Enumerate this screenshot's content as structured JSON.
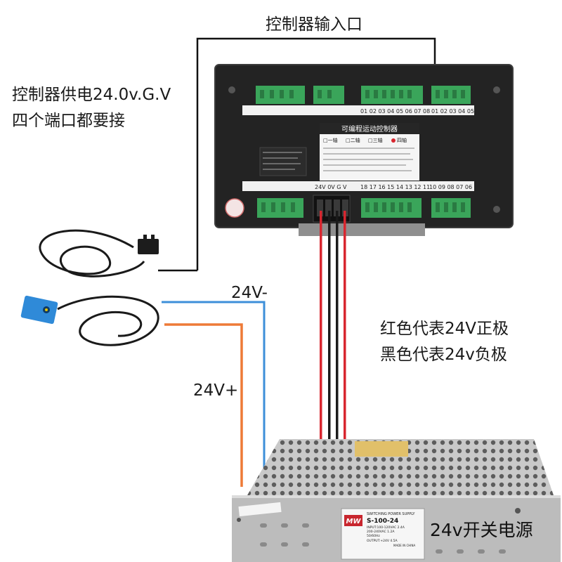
{
  "annotations": {
    "input_port": "控制器输入口",
    "supply_line1": "控制器供电24.0v.G.V",
    "supply_line2": "四个端口都要接",
    "neg_label": "24V-",
    "pos_label": "24V+",
    "red_note": "红色代表24V正极",
    "black_note": "黑色代表24v负极",
    "psu_label": "24v开关电源"
  },
  "controller": {
    "panel_title": "可编程运动控制器",
    "axis_options": [
      "□一轴",
      "□二轴",
      "□三轴",
      "四轴"
    ],
    "top_inputs": "01 02 03 04 05 06 07 08",
    "top_inputs_b": "01 02 03 04 05",
    "bottom_power": "24V 0V G V",
    "bottom_outputs": "18 17 16 15 14 13 12 11",
    "bottom_outputs_b": "10 09 08 07 06"
  },
  "power_supply": {
    "brand": "MW",
    "heading": "SWITCHING POWER SUPPLY",
    "model": "S-100-24",
    "spec_input": "INPUT:100-120VAC 2.4A",
    "spec_input2": "200-240VAC 1.2A",
    "spec_freq": "50/60Hz",
    "spec_output": "OUTPUT:+24V 4.5A",
    "origin": "MADE IN CHINA"
  },
  "colors": {
    "blue_wire": "#3d8fd9",
    "orange_wire": "#ee7a37",
    "red_wire": "#d8262f",
    "black_wire": "#1a1a1a",
    "terminal_green": "#3aa55a",
    "controller_body": "#232323"
  }
}
